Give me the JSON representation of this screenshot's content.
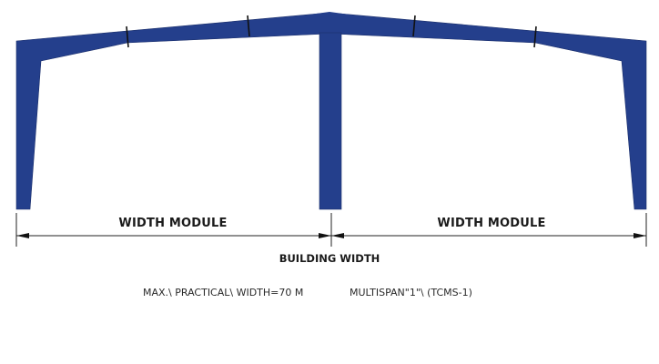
{
  "diagram": {
    "title": "Multispan steel frame building width diagram",
    "frame_color": "#243f8c",
    "line_color": "#111111",
    "labels": {
      "left_module": "WIDTH MODULE",
      "right_module": "WIDTH MODULE",
      "building_width": "BUILDING WIDTH"
    },
    "notes": {
      "max_width": "MAX.\\ PRACTICAL\\ WIDTH=70 M",
      "type": "MULTISPAN\"1\"\\ (TCMS-1)"
    }
  }
}
